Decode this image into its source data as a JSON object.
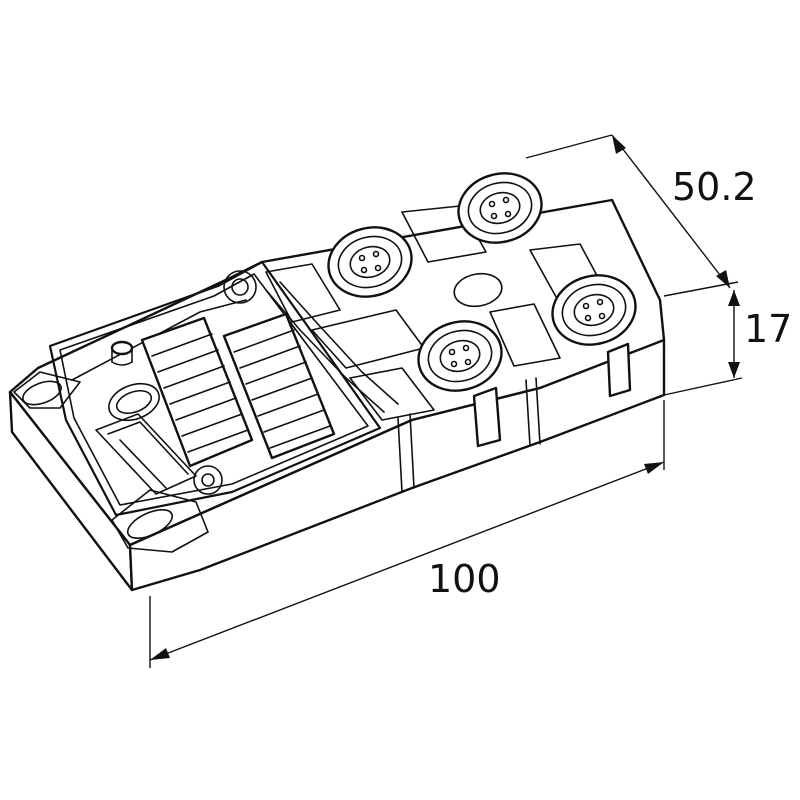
{
  "drawing": {
    "dimensions": {
      "length": "100",
      "width": "50.2",
      "height": "17"
    }
  }
}
